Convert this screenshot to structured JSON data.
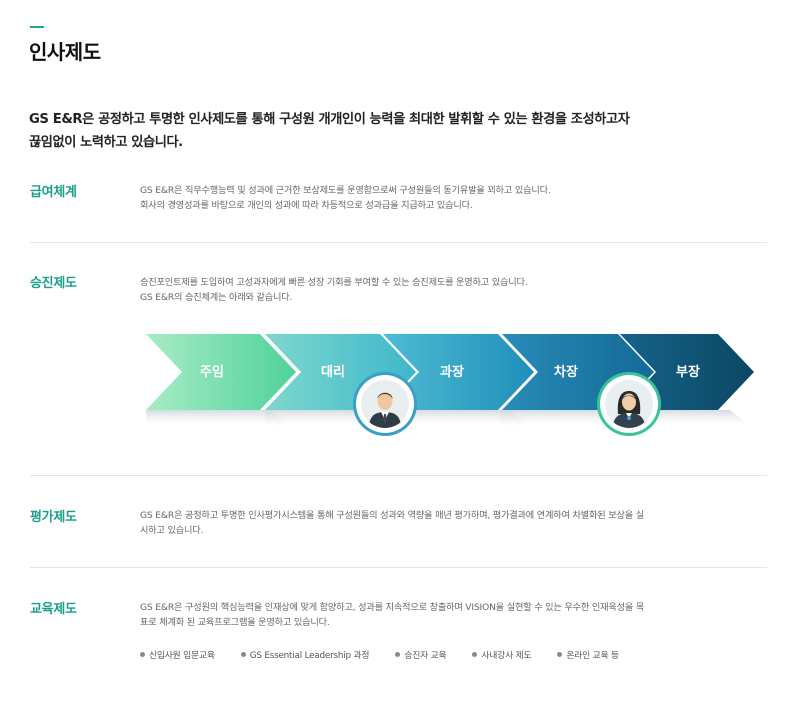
{
  "page": {
    "title": "인사제도",
    "intro_line1": "GS E&R은 공정하고 투명한 인사제도를 통해 구성원 개개인이 능력을 최대한 발휘할 수 있는 환경을 조성하고자",
    "intro_line2": "끊임없이 노력하고 있습니다.",
    "accent_color": "#1ba58f"
  },
  "sections": {
    "pay": {
      "title": "급여체계",
      "desc_line1": "GS E&R은 직무수행능력 및 성과에 근거한 보상제도를 운영함으로써 구성원들의 동기유발을 꾀하고 있습니다.",
      "desc_line2": "회사의 경영성과를 바탕으로 개인의 성과에 따라 차등적으로 성과급을 지급하고 있습니다."
    },
    "promotion": {
      "title": "승진제도",
      "desc_line1": "승진포인트제를 도입하여 고성과자에게 빠른 성장 기회를 부여할 수 있는 승진제도를 운영하고 있습니다.",
      "desc_line2": "GS E&R의 승진체계는 아래와 같습니다.",
      "ranks": [
        "주임",
        "대리",
        "과장",
        "차장",
        "부장"
      ],
      "rank_colors": [
        "#4fd29b",
        "#42bcc9",
        "#2596be",
        "#14729e",
        "#0e4f6e"
      ],
      "avatar_icons": [
        "male-employee-icon",
        "female-employee-icon"
      ]
    },
    "evaluation": {
      "title": "평가제도",
      "desc_line1": "GS E&R은 공정하고 투명한 인사평가시스템을 통해 구성원들의 성과와 역량을 매년 평가하며, 평가결과에 연계하여 차별화된 보상을 실",
      "desc_line2": "시하고 있습니다."
    },
    "education": {
      "title": "교육제도",
      "desc_line1": "GS E&R은 구성원의 핵심능력을 인재상에 맞게 함양하고, 성과를 지속적으로 창출하며 VISION을 실현할 수 있는 우수한 인재육성을 목",
      "desc_line2": "표로 체계화 된 교육프로그램을 운영하고 있습니다.",
      "programs": [
        "신입사원 입문교육",
        "GS Essential Leadership 과정",
        "승진자 교육",
        "사내강사 제도",
        "온라인 교육 등"
      ]
    }
  }
}
